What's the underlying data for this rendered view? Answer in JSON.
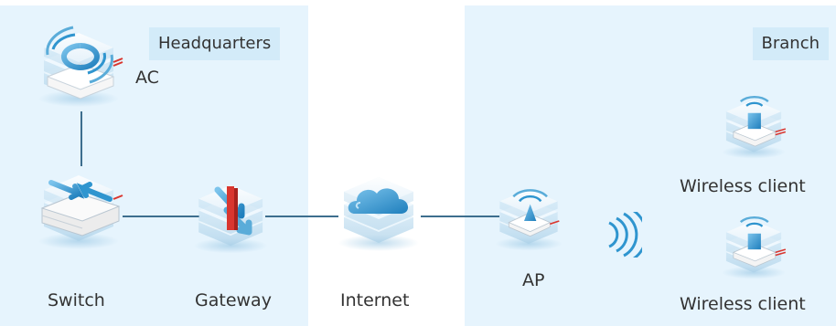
{
  "zones": {
    "headquarters": {
      "label": "Headquarters"
    },
    "branch": {
      "label": "Branch"
    }
  },
  "nodes": {
    "ac": {
      "label": "AC",
      "icon": "ac-icon"
    },
    "switch": {
      "label": "Switch",
      "icon": "switch-icon"
    },
    "gateway": {
      "label": "Gateway",
      "icon": "gateway-icon"
    },
    "internet": {
      "label": "Internet",
      "icon": "cloud-icon"
    },
    "ap": {
      "label": "AP",
      "icon": "access-point-icon"
    },
    "client1": {
      "label": "Wireless client",
      "icon": "wireless-client-icon"
    },
    "client2": {
      "label": "Wireless client",
      "icon": "wireless-client-icon"
    }
  },
  "links": [
    {
      "from": "ac",
      "to": "switch",
      "type": "wired"
    },
    {
      "from": "switch",
      "to": "gateway",
      "type": "wired"
    },
    {
      "from": "gateway",
      "to": "internet",
      "type": "wired"
    },
    {
      "from": "internet",
      "to": "ap",
      "type": "wired"
    },
    {
      "from": "ap",
      "to": "clients",
      "type": "wireless"
    }
  ],
  "colors": {
    "zone_bg": "#e6f4fd",
    "zone_label_bg": "#d3ebf9",
    "link": "#3d6e8e",
    "device_top": "#f4f9fd",
    "device_side": "#bcdcef",
    "icon_blue": "#2f95cf",
    "accent_red": "#d9362f"
  }
}
